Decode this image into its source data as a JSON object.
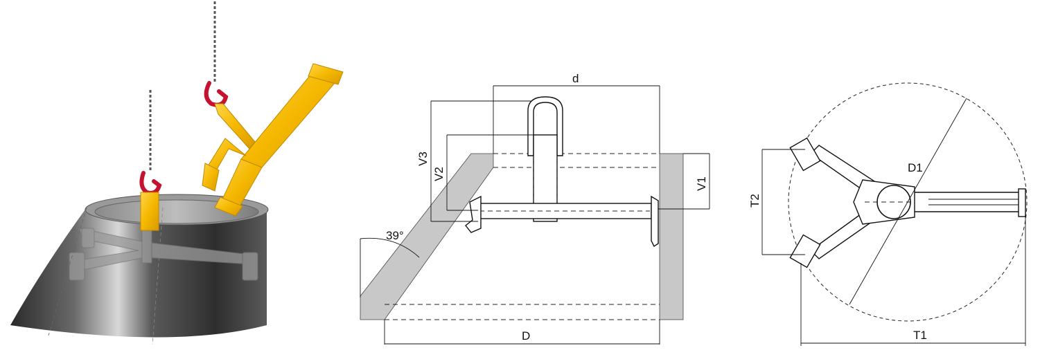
{
  "labels": {
    "d": "d",
    "V3": "V3",
    "V2": "V2",
    "V1": "V1",
    "angle": "39°",
    "D": "D",
    "D1": "D1",
    "T2": "T2",
    "T1": "T1"
  },
  "colors": {
    "lifter_yellow": "#f5b800",
    "hook_red": "#c4122f",
    "cone_dark": "#3c3c3c",
    "wall_grey": "#c8c8c8"
  },
  "icons": {
    "chain": "chain-icon",
    "hook": "lifting-hook-icon"
  }
}
